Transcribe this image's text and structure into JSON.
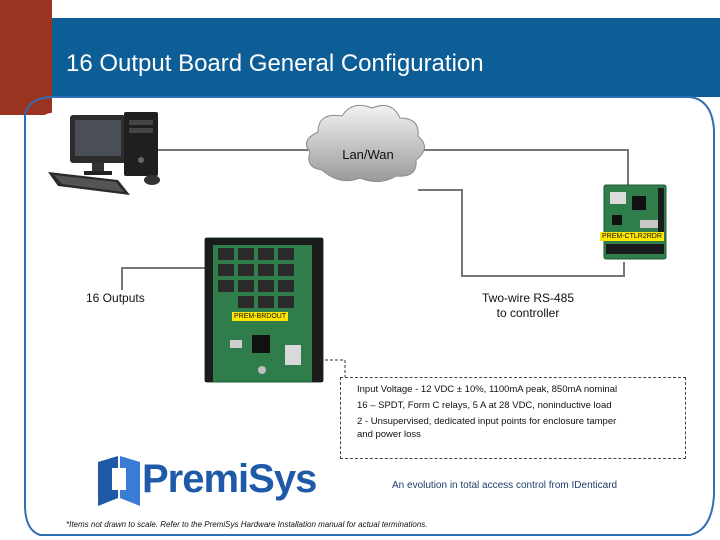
{
  "slide": {
    "title": "16 Output Board General Configuration"
  },
  "network": {
    "cloud_label": "Lan/Wan"
  },
  "devices": {
    "output_board_tag": "PREM-BRDOUT",
    "controller_tag": "PREM-CTLR2RDR"
  },
  "labels": {
    "outputs": "16 Outputs",
    "rs485_line1": "Two-wire RS-485",
    "rs485_line2": "to controller"
  },
  "specs": {
    "lines": [
      "Input Voltage - 12 VDC ± 10%, 1100mA peak, 850mA nominal",
      "16 – SPDT, Form C relays, 5 A at 28 VDC, noninductive load",
      "2 - Unsupervised, dedicated input points for enclosure tamper",
      "and power loss"
    ]
  },
  "brand": {
    "name": "PremiSys",
    "tagline": "An evolution in total access control from IDenticard"
  },
  "footnote": "*Items not drawn to scale. Refer to the PremiSys Hardware Installation manual for actual terminations.",
  "colors": {
    "title_band": "#0d5d97",
    "left_accent": "#9a3420",
    "brand_blue": "#1e5aa8",
    "tag_yellow": "#ffe600",
    "board_green": "#2e7d4a"
  }
}
